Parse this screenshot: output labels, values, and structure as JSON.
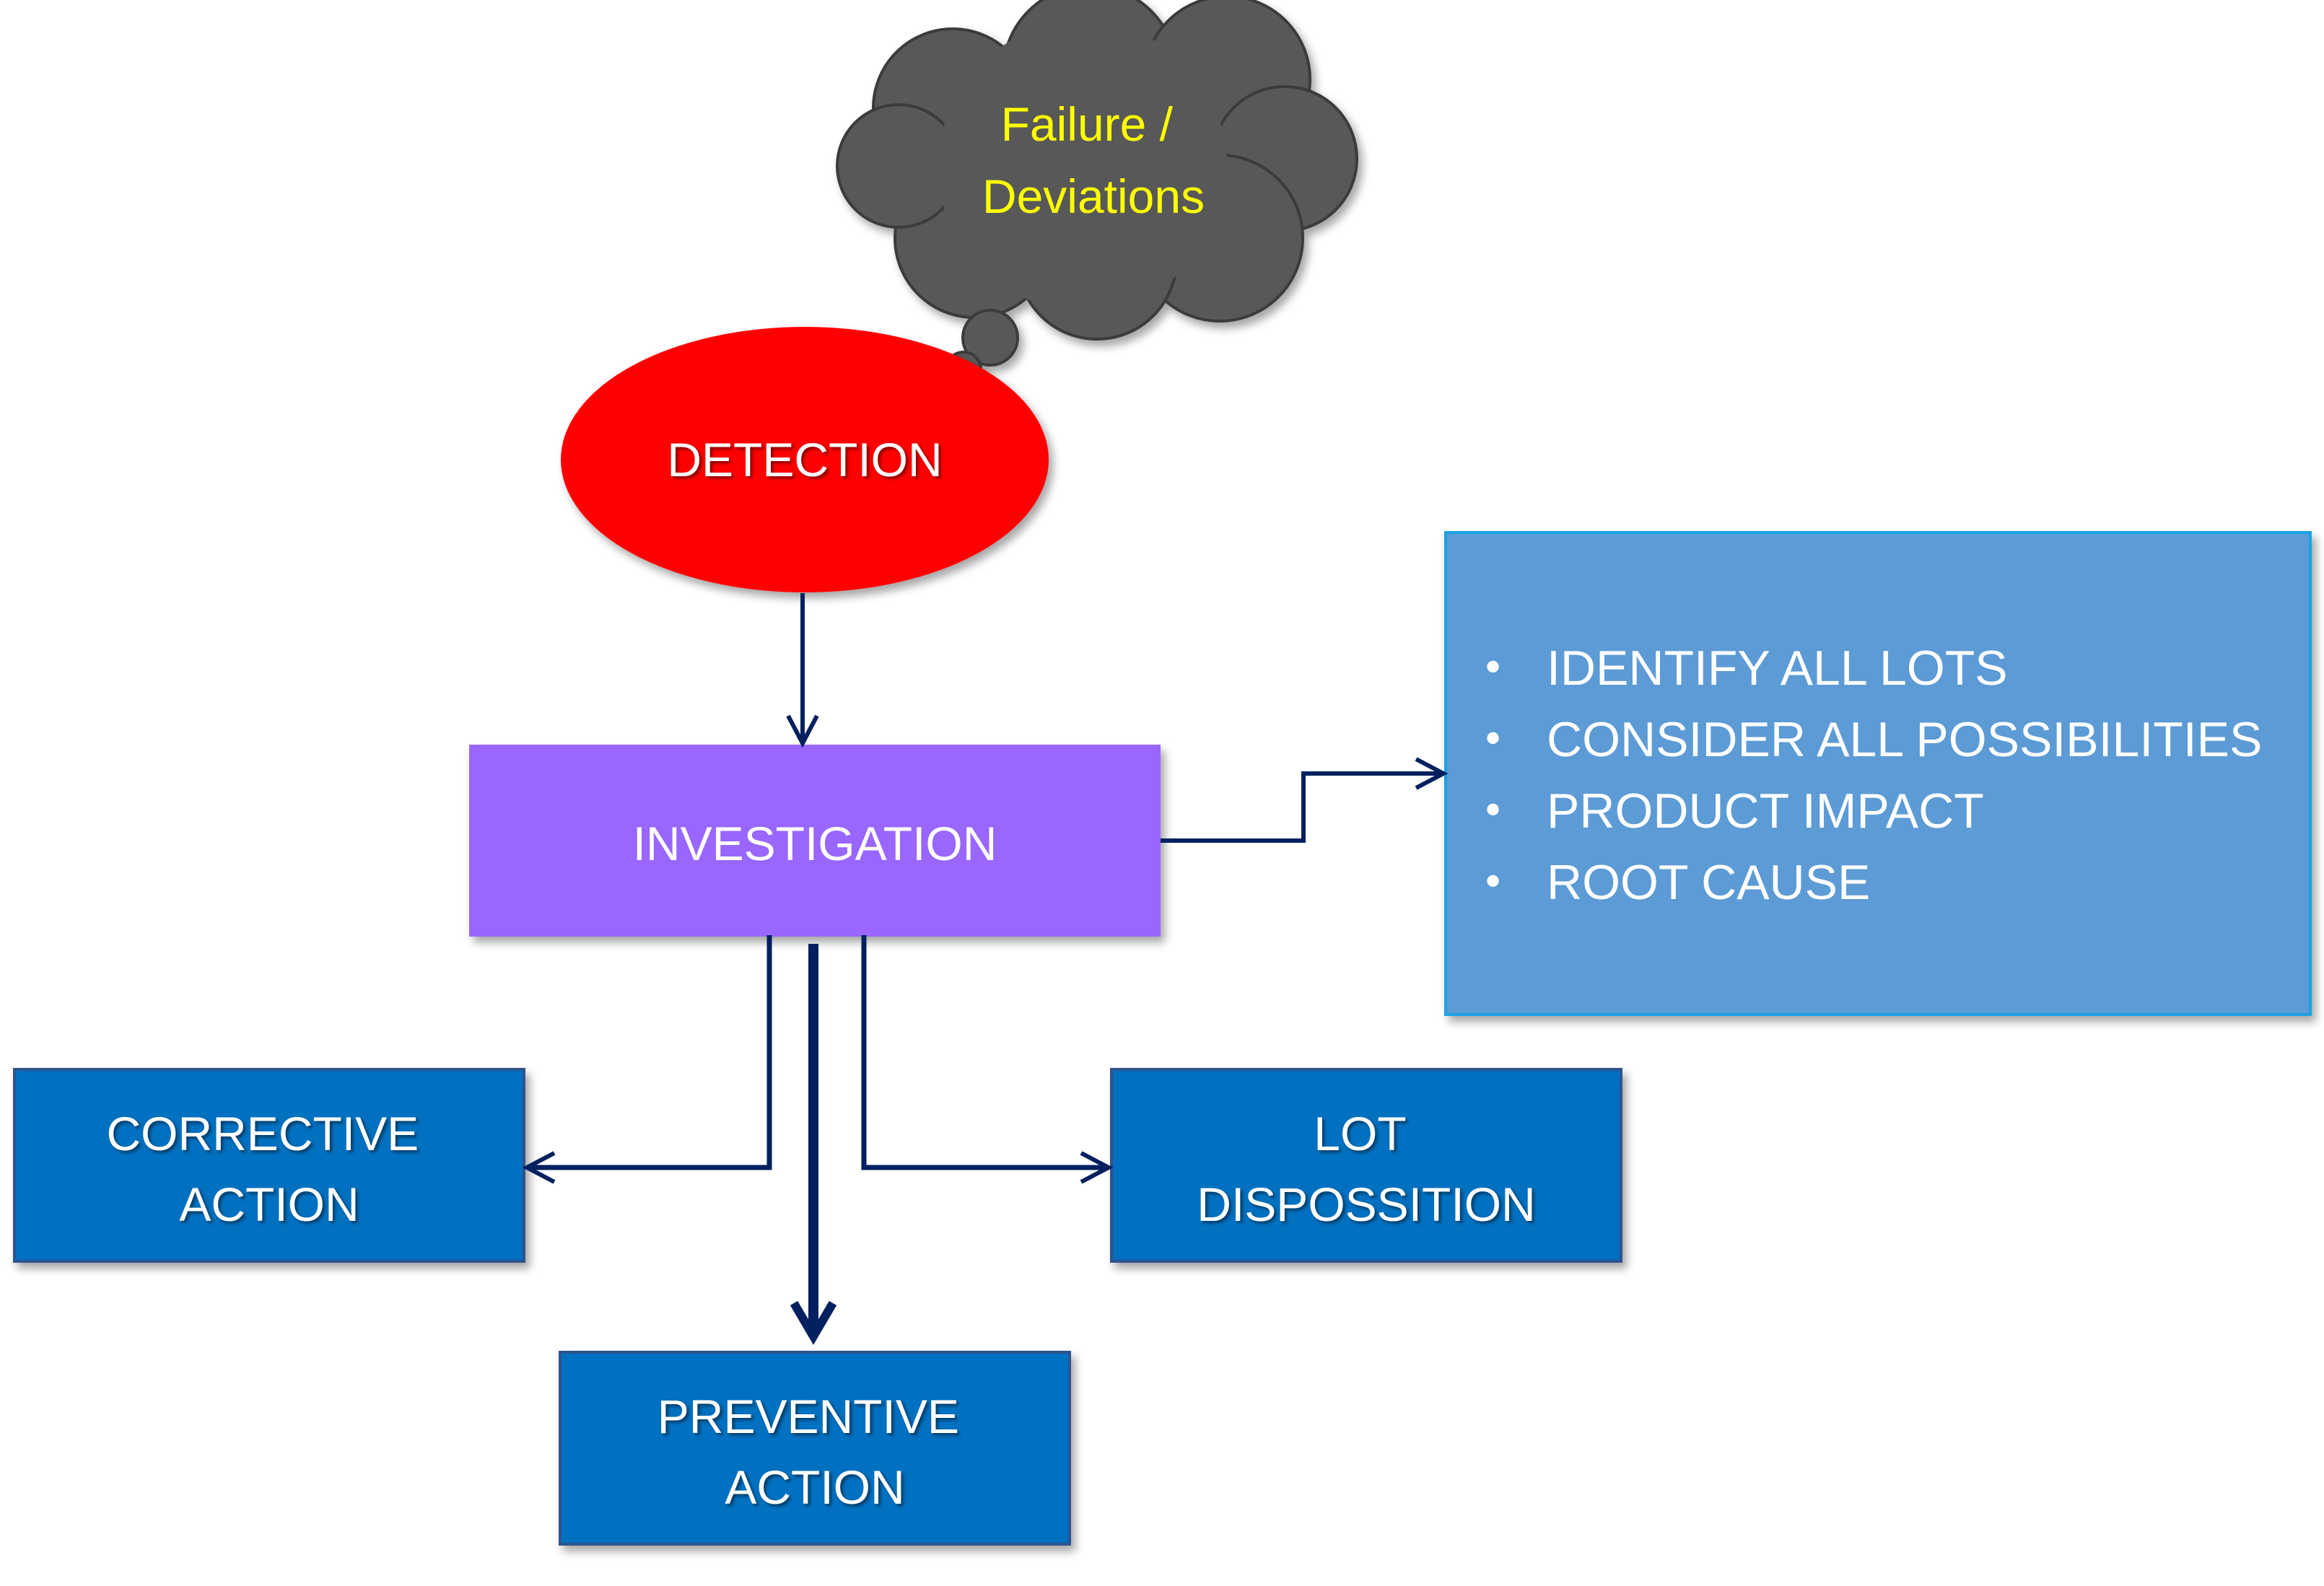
{
  "colors": {
    "cloud_fill": "#595959",
    "cloud_text": "#ffff00",
    "detection_fill": "#ff0000",
    "investigation_fill": "#9966ff",
    "details_fill": "#5b9bd5",
    "details_border": "#1ba1e2",
    "action_fill": "#0070c0",
    "action_border": "#2f528f",
    "connector": "#002060",
    "node_text": "#ffffff"
  },
  "nodes": {
    "cloud": {
      "lines": [
        "Failure /",
        "Deviations"
      ]
    },
    "detection": {
      "lines": [
        "DETECTION"
      ]
    },
    "investigation": {
      "lines": [
        "INVESTIGATION"
      ]
    },
    "details": {
      "items": [
        "IDENTIFY ALL LOTS",
        "CONSIDER ALL POSSIBILITIES",
        "PRODUCT IMPACT",
        "ROOT CAUSE"
      ]
    },
    "corrective": {
      "lines": [
        "CORRECTIVE",
        "ACTION"
      ]
    },
    "lot": {
      "lines": [
        "LOT",
        "DISPOSSITION"
      ]
    },
    "preventive": {
      "lines": [
        "PREVENTIVE",
        "ACTION"
      ]
    }
  },
  "edges": [
    {
      "from": "detection",
      "to": "investigation"
    },
    {
      "from": "investigation",
      "to": "details"
    },
    {
      "from": "investigation",
      "to": "corrective"
    },
    {
      "from": "investigation",
      "to": "preventive"
    },
    {
      "from": "investigation",
      "to": "lot"
    }
  ]
}
